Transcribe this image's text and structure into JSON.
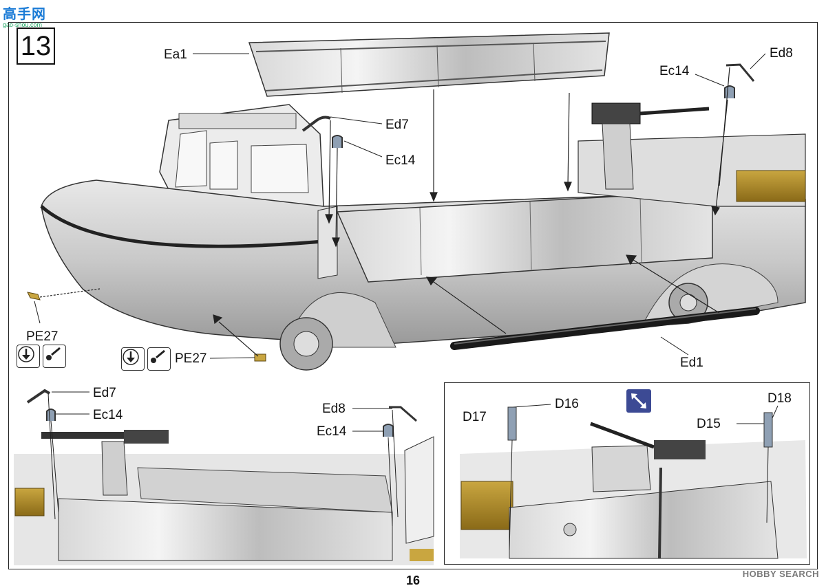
{
  "watermark_top": {
    "text": "高手网",
    "sub": "gao-shou.com"
  },
  "watermark_bottom": "HOBBY SEARCH",
  "step_number": "13",
  "page_number": "16",
  "labels": {
    "ea1": "Ea1",
    "ed7_top": "Ed7",
    "ec14_top": "Ec14",
    "ec14_right": "Ec14",
    "ed8_right": "Ed8",
    "pe27_left": "PE27",
    "pe27_mid": "PE27",
    "ed1": "Ed1",
    "ed7_bl": "Ed7",
    "ec14_bl": "Ec14",
    "ed8_bc": "Ed8",
    "ec14_bc": "Ec14",
    "d17": "D17",
    "d16": "D16",
    "d18": "D18",
    "d15": "D15"
  },
  "icons": [
    "fold-down-icon",
    "glue-icon"
  ]
}
